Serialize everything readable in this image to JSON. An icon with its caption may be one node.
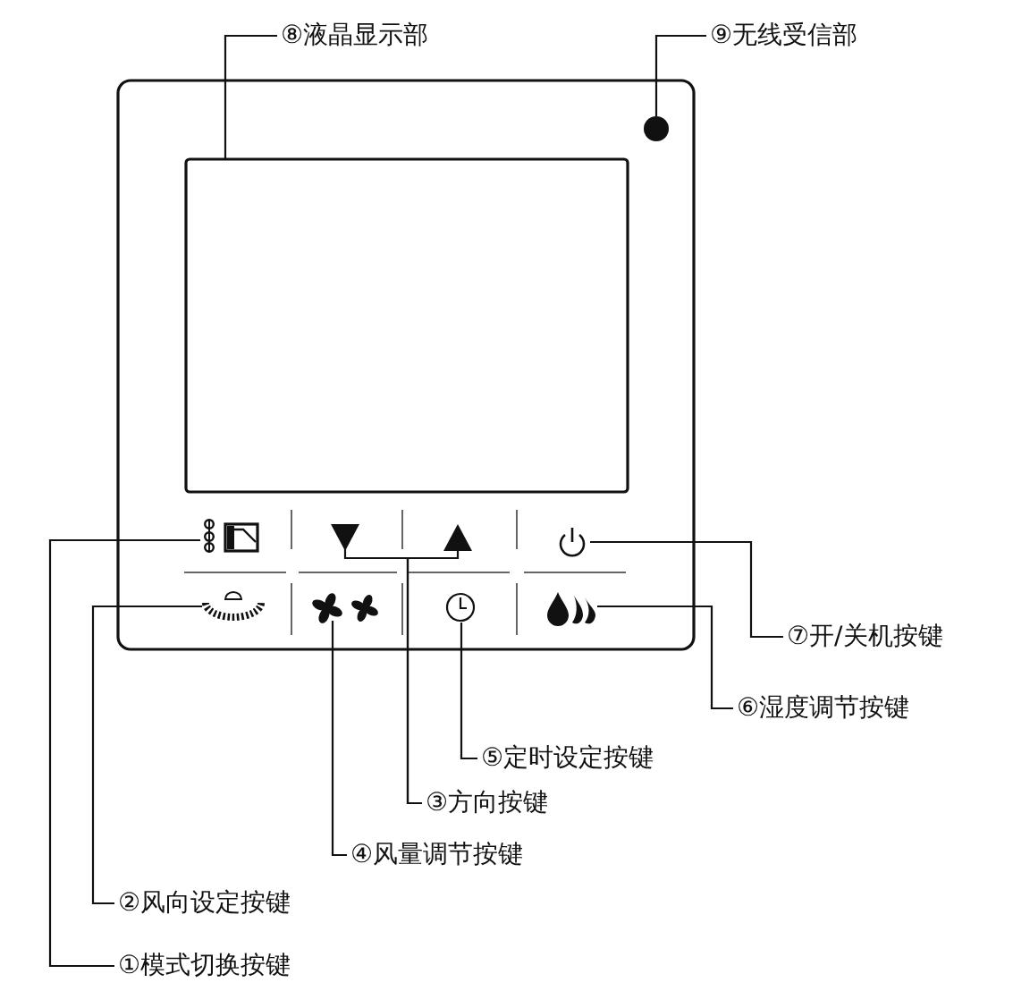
{
  "diagram": {
    "nodes": [
      {
        "text": [
          "⑧液晶显示部"
        ]
      },
      {
        "text": [
          "⑨无线受信部"
        ]
      },
      {
        "text": [],
        "shape": "box"
      },
      {
        "text": [],
        "shape": "circle"
      },
      {
        "text": [],
        "shape": "picture"
      },
      {
        "text": [],
        "shape": "triangle"
      },
      {
        "text": [],
        "shape": "triangle"
      },
      {
        "text": [],
        "shape": "picture"
      },
      {
        "text": [],
        "shape": "picture"
      },
      {
        "text": [],
        "shape": "picture"
      },
      {
        "text": [],
        "shape": "picture"
      },
      {
        "text": [],
        "shape": "picture"
      },
      {
        "text": [
          "⑦开/关机按键"
        ]
      },
      {
        "text": [
          "⑥湿度调节按键"
        ]
      },
      {
        "text": [
          "⑤定时设定按键"
        ]
      },
      {
        "text": [
          "③方向按键"
        ]
      },
      {
        "text": [
          "④风量调节按键"
        ]
      },
      {
        "text": [
          "②风向设定按键"
        ]
      },
      {
        "text": [
          "①模式切换按键"
        ]
      }
    ],
    "edges": [
      {
        "from": 0,
        "to": 2,
        "arrow": "none"
      },
      {
        "from": 1,
        "to": 3,
        "arrow": "none"
      },
      {
        "from": 12,
        "to": 7,
        "arrow": "none"
      },
      {
        "from": 13,
        "to": 11,
        "arrow": "none"
      },
      {
        "from": 14,
        "to": 10,
        "arrow": "none"
      },
      {
        "from": 15,
        "to": 5,
        "arrow": "none"
      },
      {
        "from": 15,
        "to": 6,
        "arrow": "none"
      },
      {
        "from": 16,
        "to": 9,
        "arrow": "none"
      },
      {
        "from": 17,
        "to": 8,
        "arrow": "none"
      },
      {
        "from": 18,
        "to": 4,
        "arrow": "none"
      }
    ]
  }
}
